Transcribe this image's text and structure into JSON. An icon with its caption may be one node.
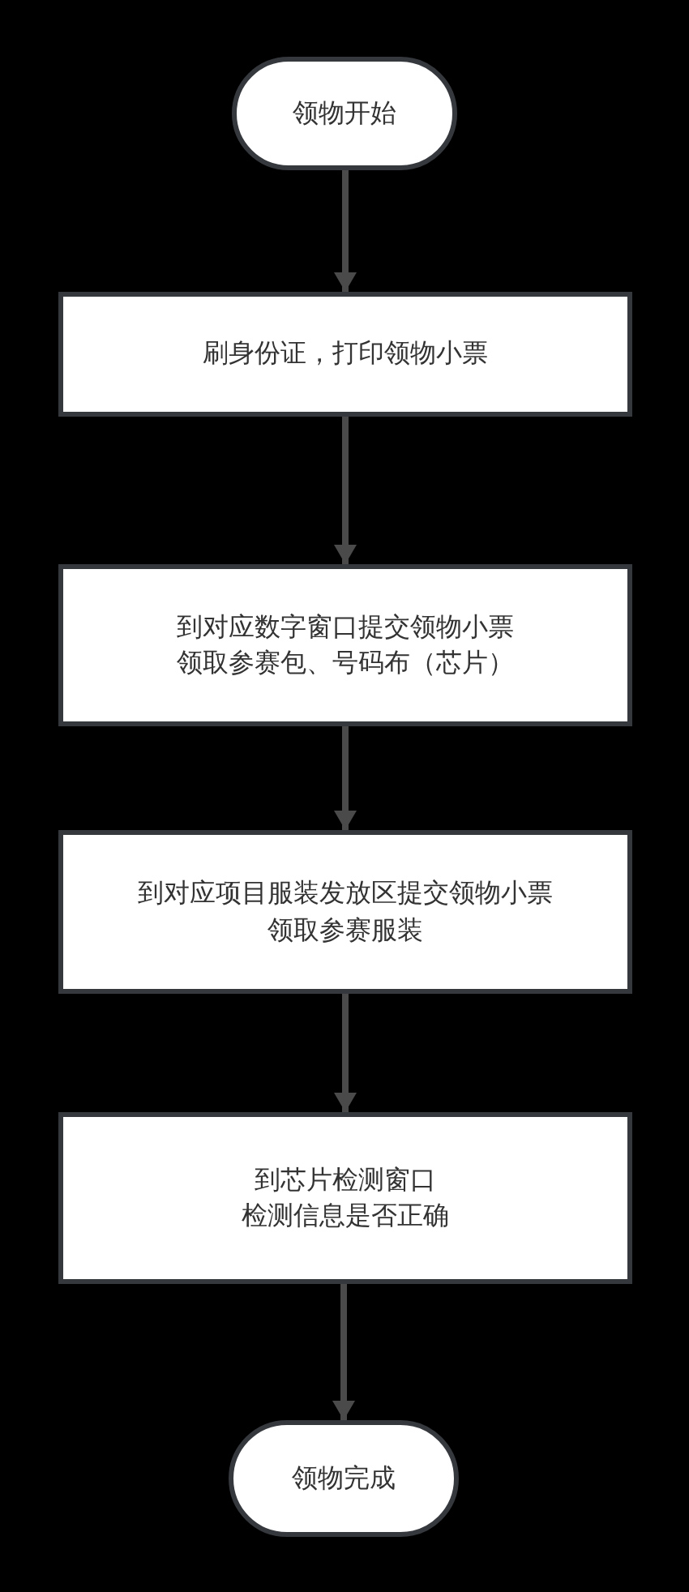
{
  "diagram": {
    "nodes": [
      {
        "text": [
          "领物开始"
        ]
      },
      {
        "text": [
          "刷身份证，打印领物小票"
        ]
      },
      {
        "text": [
          "到对应数字窗口提交领物小票",
          "领取参赛包、号码布（芯片）"
        ]
      },
      {
        "text": [
          "到对应项目服装发放区提交领物小票",
          "领取参赛服装"
        ]
      },
      {
        "text": [
          "到芯片检测窗口",
          "检测信息是否正确"
        ]
      },
      {
        "text": [
          "领物完成"
        ]
      }
    ],
    "edges": [
      {
        "from": 0,
        "to": 1,
        "arrow": "to"
      },
      {
        "from": 1,
        "to": 2,
        "arrow": "to"
      },
      {
        "from": 2,
        "to": 3,
        "arrow": "to"
      },
      {
        "from": 3,
        "to": 4,
        "arrow": "to"
      },
      {
        "from": 4,
        "to": 5,
        "arrow": "to"
      }
    ]
  }
}
